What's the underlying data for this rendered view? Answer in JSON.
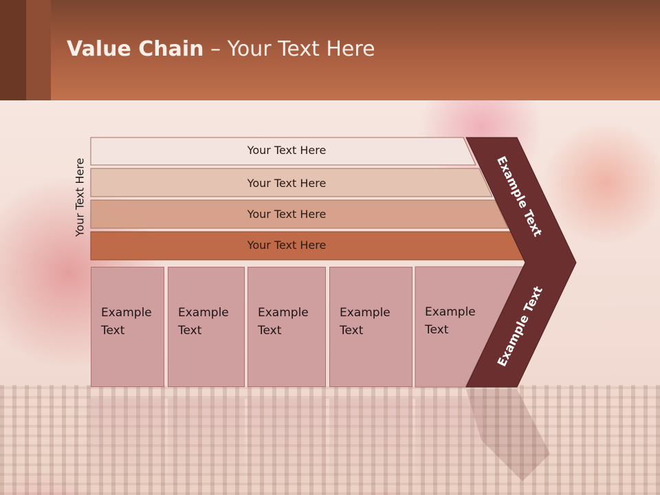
{
  "slide": {
    "title_bold": "Value Chain",
    "title_rest": " – Your Text Here",
    "vertical_label": "Your Text Here"
  },
  "bars": [
    {
      "label": "Your Text Here",
      "color": "#f4e4df"
    },
    {
      "label": "Your Text Here",
      "color": "#e5c3b3"
    },
    {
      "label": "Your Text Here",
      "color": "#d6a28c"
    },
    {
      "label": "Your Text Here",
      "color": "#bf6a48"
    }
  ],
  "boxes": [
    {
      "label_line1": "Example",
      "label_line2": "Text"
    },
    {
      "label_line1": "Example",
      "label_line2": "Text"
    },
    {
      "label_line1": "Example",
      "label_line2": "Text"
    },
    {
      "label_line1": "Example",
      "label_line2": "Text"
    },
    {
      "label_line1": "Example",
      "label_line2": "Text"
    }
  ],
  "arrow": {
    "upper_label": "Example Text",
    "lower_label": "Example Text",
    "color": "#6b2f2f"
  }
}
